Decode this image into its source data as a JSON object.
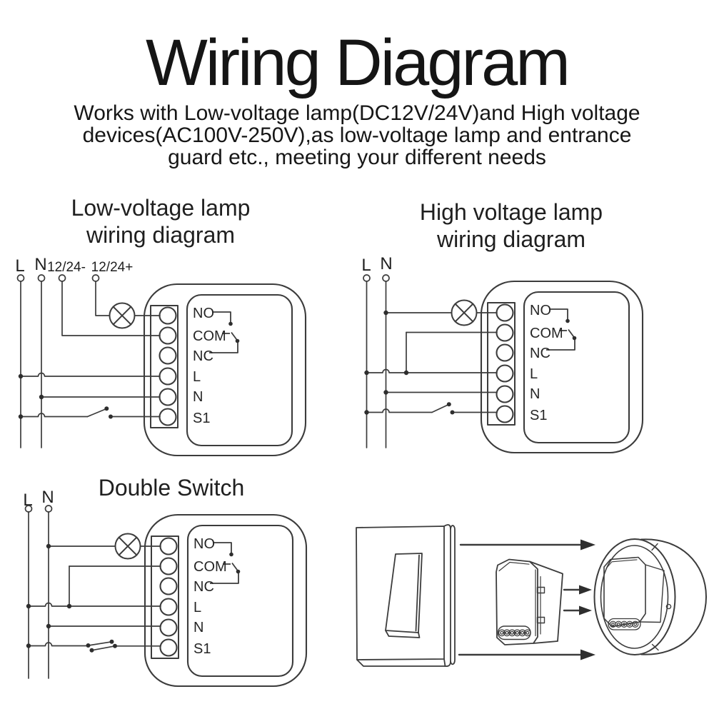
{
  "page": {
    "title": "Wiring Diagram",
    "subtitle": {
      "line1": "Works with Low-voltage lamp(DC12V/24V)and High voltage",
      "line2": "devices(AC100V-250V),as low-voltage lamp and entrance",
      "line3": "guard etc., meeting your different needs"
    }
  },
  "colors": {
    "background": "#ffffff",
    "ink": "#1b1b1b",
    "line": "#3c3c3c"
  },
  "diagrams": {
    "low_voltage": {
      "title_line1": "Low-voltage lamp",
      "title_line2": "wiring diagram",
      "wire_labels": {
        "l": "L",
        "n": "N",
        "dc_minus": "12/24-",
        "dc_plus": "12/24+"
      },
      "terminal_labels": {
        "no": "NO",
        "com": "COM",
        "nc": "NC",
        "l": "L",
        "n": "N",
        "s1": "S1"
      }
    },
    "high_voltage": {
      "title_line1": "High voltage lamp",
      "title_line2": "wiring diagram",
      "wire_labels": {
        "l": "L",
        "n": "N"
      },
      "terminal_labels": {
        "no": "NO",
        "com": "COM",
        "nc": "NC",
        "l": "L",
        "n": "N",
        "s1": "S1"
      }
    },
    "double_switch": {
      "title": "Double Switch",
      "wire_labels": {
        "l": "L",
        "n": "N"
      },
      "terminal_labels": {
        "no": "NO",
        "com": "COM",
        "nc": "NC",
        "l": "L",
        "n": "N",
        "s1": "S1"
      }
    },
    "installation": {
      "icons": {
        "wall_switch": "wall-switch-icon",
        "relay_module": "relay-module-icon",
        "mount_box": "round-mount-box-icon",
        "arrows": "arrow-right-icon"
      }
    }
  }
}
